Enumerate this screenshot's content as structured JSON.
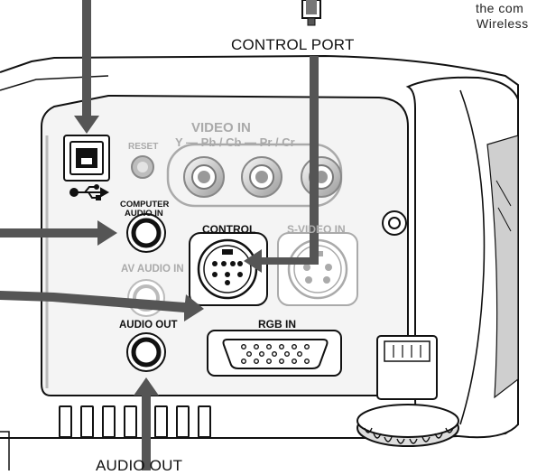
{
  "callouts": {
    "control_port": "CONTROL PORT",
    "audio_out": "AUDIO OUT"
  },
  "corner_text": {
    "line1": "the com",
    "line2": "Wireless"
  },
  "panel": {
    "video_in": "VIDEO IN",
    "y_pb_cr": "Y — Pb / Cb — Pr / Cr",
    "reset": "RESET",
    "computer_audio_in_1": "COMPUTER",
    "computer_audio_in_2": "AUDIO IN",
    "control": "CONTROL",
    "s_video_in": "S-VIDEO IN",
    "av_audio_in": "AV AUDIO IN",
    "audio_out": "AUDIO OUT",
    "rgb_in": "RGB IN"
  },
  "colors": {
    "arrow": "#555555",
    "outline": "#111111",
    "body_fill": "#ffffff",
    "panel_fill": "#f4f4f4"
  }
}
